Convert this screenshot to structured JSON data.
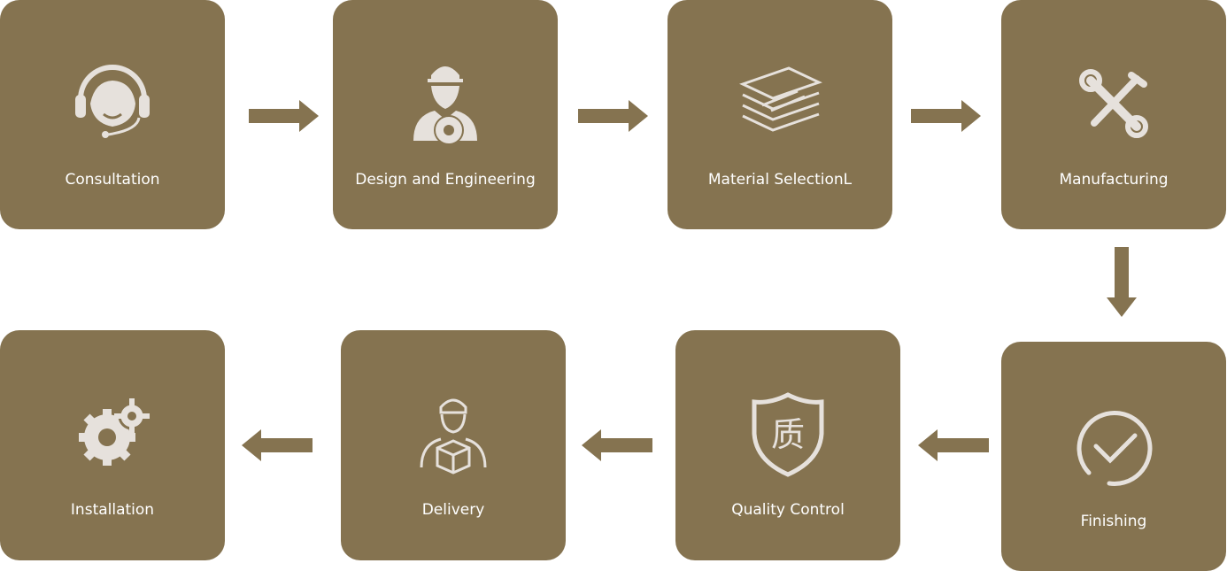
{
  "steps": [
    {
      "label": "Consultation",
      "icon": "headset-icon"
    },
    {
      "label": "Design and Engineering",
      "icon": "engineer-icon"
    },
    {
      "label": "Material SelectionL",
      "icon": "layers-icon"
    },
    {
      "label": "Manufacturing",
      "icon": "tools-icon"
    },
    {
      "label": "Finishing",
      "icon": "check-circle-icon"
    },
    {
      "label": "Quality Control",
      "icon": "shield-quality-icon",
      "icon_text": "质"
    },
    {
      "label": "Delivery",
      "icon": "delivery-person-icon"
    },
    {
      "label": "Installation",
      "icon": "gears-icon"
    }
  ],
  "colors": {
    "box": "#857350",
    "icon": "#e6e1dc",
    "label": "#ffffff"
  }
}
